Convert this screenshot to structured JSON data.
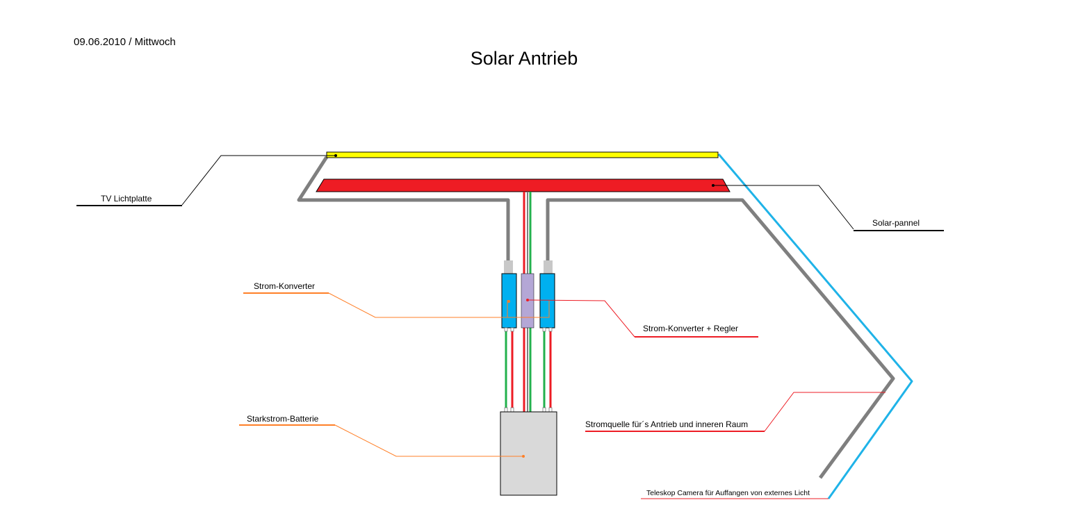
{
  "header": {
    "date": "09.06.2010 / Mittwoch",
    "title": "Solar Antrieb"
  },
  "labels": {
    "tv_panel": "TV Lichtplatte",
    "solar_panel": "Solar-pannel",
    "converter": "Strom-Konverter",
    "converter_regulator": "Strom-Konverter + Regler",
    "battery": "Starkstrom-Batterie",
    "power_source": "Stromquelle für´s Antrieb und inneren Raum",
    "telescope_camera": "Teleskop Camera für Auffangen von externes Licht"
  },
  "colors": {
    "tv_panel": "#ffff00",
    "solar_panel": "#ee1c24",
    "converter": "#00b0f0",
    "regulator": "#b4a7d6",
    "battery": "#d9d9d9",
    "cable_gray": "#7f7f7f",
    "wire_green": "#22b14c",
    "wire_red": "#ed1c24",
    "light_blue": "#1fb3e8",
    "leader_orange": "#ff7f27",
    "leader_red": "#ed1c24"
  }
}
